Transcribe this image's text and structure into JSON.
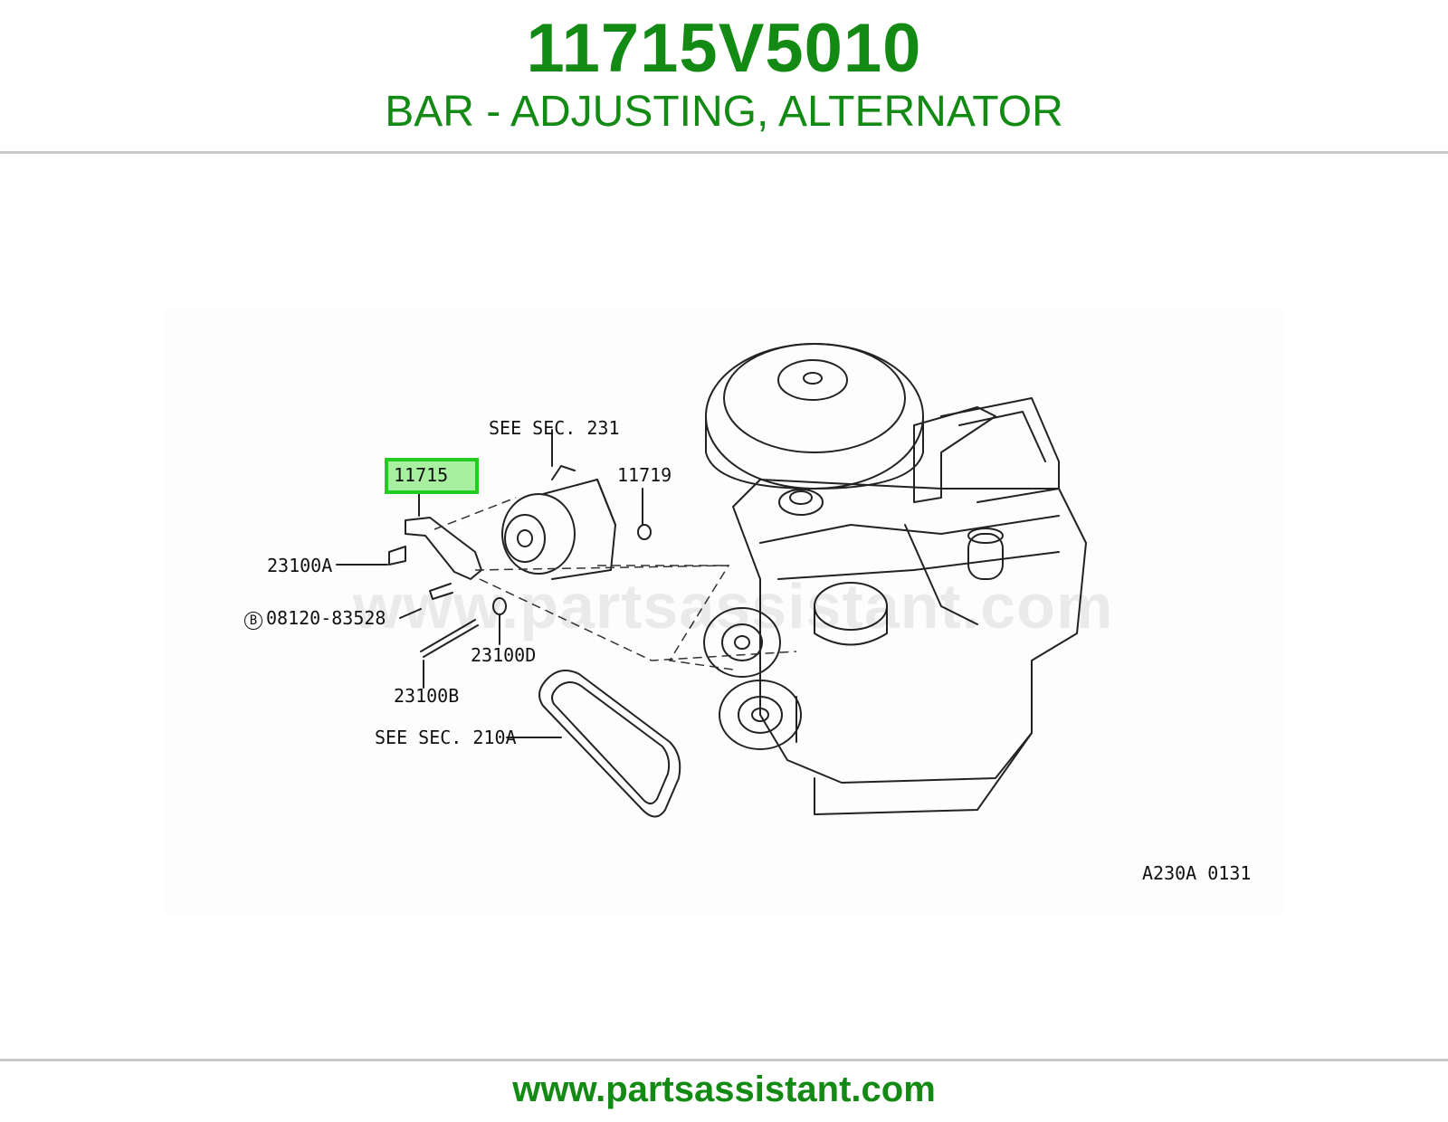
{
  "header": {
    "part_number": "11715V5010",
    "part_name": "BAR - ADJUSTING, ALTERNATOR"
  },
  "colors": {
    "brand_green": "#138a13",
    "highlight_border": "#22cc22",
    "highlight_fill": "#a8f0a0"
  },
  "diagram": {
    "callouts": {
      "see_sec_231": "SEE SEC. 231",
      "p11715": "11715",
      "p11719": "11719",
      "p23100A": "23100A",
      "p08120": "08120-83528",
      "p08120_symbol": "B",
      "p23100D": "23100D",
      "p23100B": "23100B",
      "see_sec_210A": "SEE SEC. 210A"
    },
    "figure_code": "A230A 0131",
    "watermark": "www.partsassistant.com"
  },
  "footer": {
    "url": "www.partsassistant.com"
  }
}
